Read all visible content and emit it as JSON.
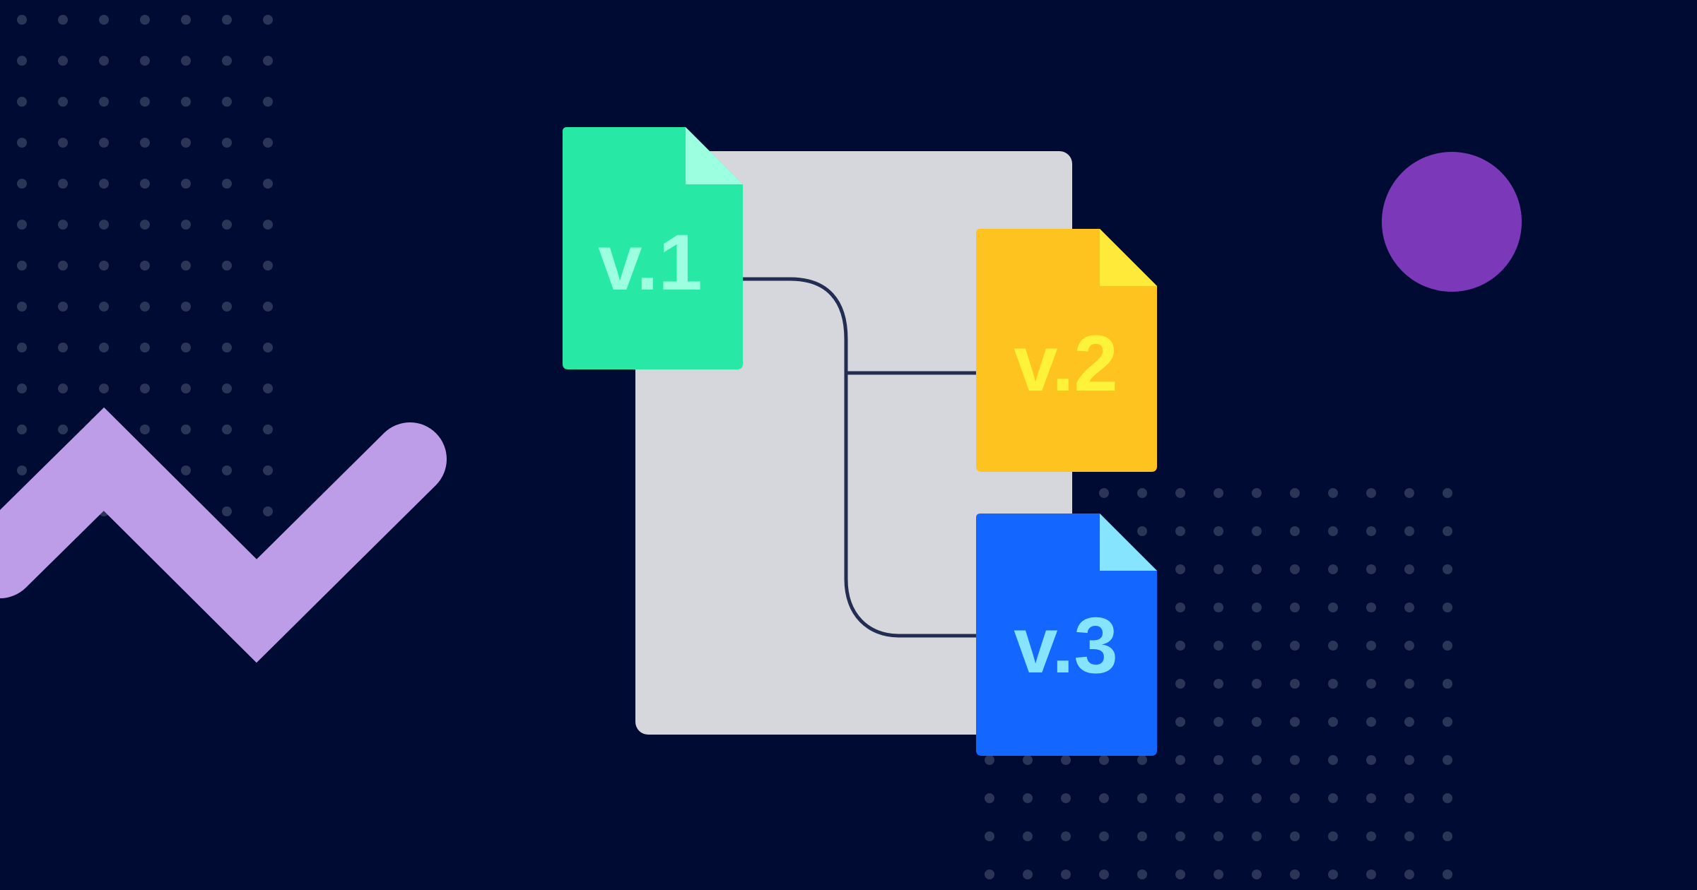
{
  "colors": {
    "background": "#000b33",
    "dots": "#2a3558",
    "base_document": "#d6d7dc",
    "connector": "#232d52",
    "zigzag": "#bd9ce8",
    "circle": "#7b38b8"
  },
  "documents": [
    {
      "id": "v1",
      "label": "v.1",
      "icon": "file-icon",
      "color": "#28e8a5",
      "fold_color": "#9bffe0",
      "text_color": "#9bffe0"
    },
    {
      "id": "v2",
      "label": "v.2",
      "icon": "file-icon",
      "color": "#ffc320",
      "fold_color": "#ffea3a",
      "text_color": "#fff23a"
    },
    {
      "id": "v3",
      "label": "v.3",
      "icon": "file-icon",
      "color": "#1366ff",
      "fold_color": "#86e4ff",
      "text_color": "#86e4ff"
    }
  ],
  "decorations": [
    {
      "name": "dot-grid",
      "icon": "dot-grid-icon"
    },
    {
      "name": "zigzag-line",
      "icon": "zigzag-icon"
    },
    {
      "name": "circle",
      "icon": "circle-icon"
    }
  ]
}
